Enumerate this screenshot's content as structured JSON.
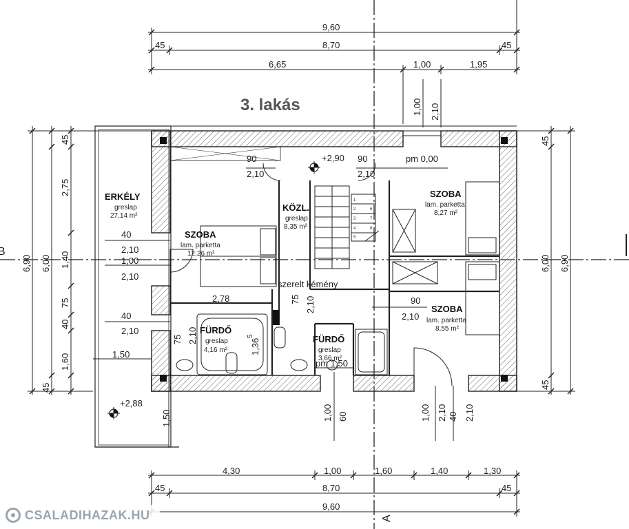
{
  "title": "3. lakás",
  "top_dims": {
    "row1": [
      "9,60"
    ],
    "row2": [
      "45",
      "8,70",
      "45"
    ],
    "row3": [
      "6,65",
      "1,00",
      "1,95"
    ]
  },
  "bottom_dims": {
    "row1": [
      "4,30",
      "1,00",
      "1,60",
      "1,40",
      "1,30"
    ],
    "row2": [
      "45",
      "8,70",
      "45"
    ],
    "row3": [
      "9,60"
    ]
  },
  "left_dims": {
    "outer": "6,90",
    "inner": "6,00",
    "segments": [
      "45",
      "2,75",
      "1,40",
      "75",
      "40",
      "1,60",
      "45"
    ]
  },
  "right_dims": {
    "outer": "6,90",
    "inner": "6,00",
    "segments": [
      "45",
      "45"
    ]
  },
  "rooms": {
    "erkely": {
      "name": "ERKÉLY",
      "floor": "greslap",
      "area": "27,14 m²"
    },
    "szoba1": {
      "name": "SZOBA",
      "floor": "lam. parketta",
      "area": "12,26 m²"
    },
    "kozl": {
      "name": "KÖZL.",
      "floor": "greslap",
      "area": "8,35 m²"
    },
    "szoba2": {
      "name": "SZOBA",
      "floor": "lam. parketta",
      "area": "8,27 m²"
    },
    "szoba3": {
      "name": "SZOBA",
      "floor": "lam. parketta",
      "area": "8,55 m²"
    },
    "furdo1": {
      "name": "FÜRDŐ",
      "floor": "greslap",
      "area": "4,16 m²"
    },
    "furdo2": {
      "name": "FÜRDŐ",
      "floor": "greslap",
      "area": "3,66 m²"
    }
  },
  "levels": {
    "main": "+2,90",
    "balcony": "+2,88"
  },
  "openings": {
    "top_left_w": "90",
    "top_left_h": "2,10",
    "top_mid_w": "90",
    "top_mid_h": "2,10",
    "pm_top": "pm 0,00",
    "win_top_v1": "1,00",
    "win_top_v2": "2,10",
    "left1_w": "40",
    "left1_h": "2,10",
    "left2_w": "1,00",
    "left2_h": "2,10",
    "left3_w": "40",
    "left3_h": "2,10",
    "left_dim_150": "1,50",
    "hall_w": "2,78",
    "chimney": "szerelt kémény",
    "bath1_a": "75",
    "bath1_b": "2,10",
    "bath1_c": "1,36",
    "bath1_c_sup": "5",
    "hall_75": "75",
    "hall_210": "2,10",
    "pm_bath": "pm 1,50",
    "szoba3_w": "90",
    "szoba3_h": "2,10",
    "bot_v1": "1,00",
    "bot_v2": "60",
    "bot_v3": "1,00",
    "bot_v4": "2,10",
    "bot_v5": "40",
    "bot_v6": "2,10",
    "balcony_150": "1,50"
  },
  "stair_labels": [
    "1",
    "2",
    "3",
    "4",
    "5",
    "6",
    "7",
    "8"
  ],
  "section_marks": {
    "left": "B",
    "bottom": "A"
  },
  "watermark": "CSALADIHAZAK.HU",
  "colors": {
    "line": "#222222",
    "wall_hatch": "#666666",
    "watermark": "#9aa4b2"
  }
}
